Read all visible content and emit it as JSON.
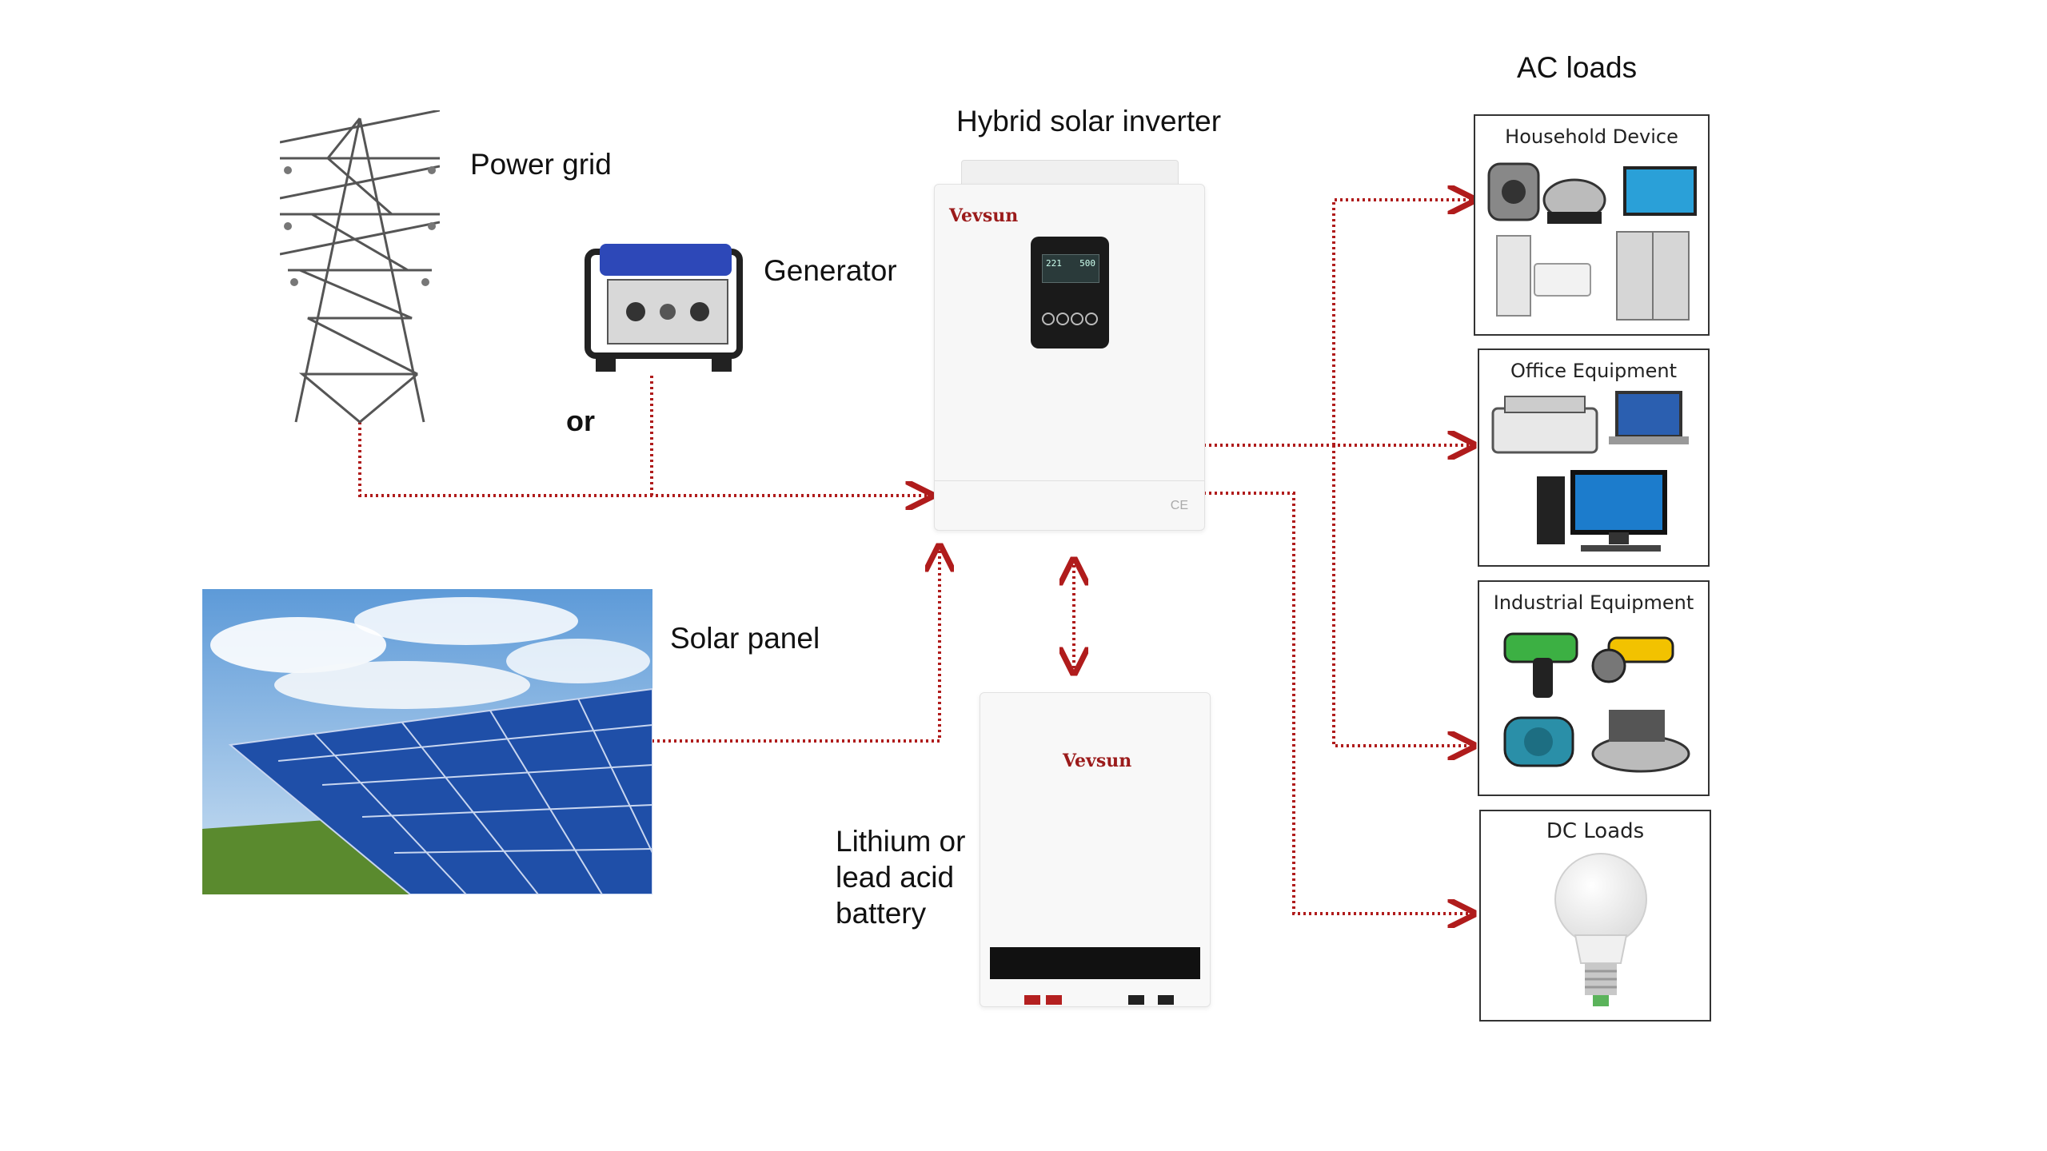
{
  "labels": {
    "power_grid": "Power grid",
    "generator": "Generator",
    "or": "or",
    "inverter": "Hybrid solar inverter",
    "solar_panel": "Solar panel",
    "battery": "Lithium or lead acid battery",
    "ac_loads": "AC loads"
  },
  "boxes": {
    "household": "Household Device",
    "office": "Office Equipment",
    "industrial": "Industrial Equipment",
    "dc": "DC Loads"
  },
  "devices": {
    "inverter_brand": "Vevsun",
    "battery_brand": "Vevsun",
    "inverter_display_left": "221",
    "inverter_display_right": "500"
  },
  "colors": {
    "connector": "#b01c1c",
    "panel_blue": "#1f4fa8",
    "sky_blue": "#5d9ad8",
    "grass_green": "#5a8a2e"
  }
}
